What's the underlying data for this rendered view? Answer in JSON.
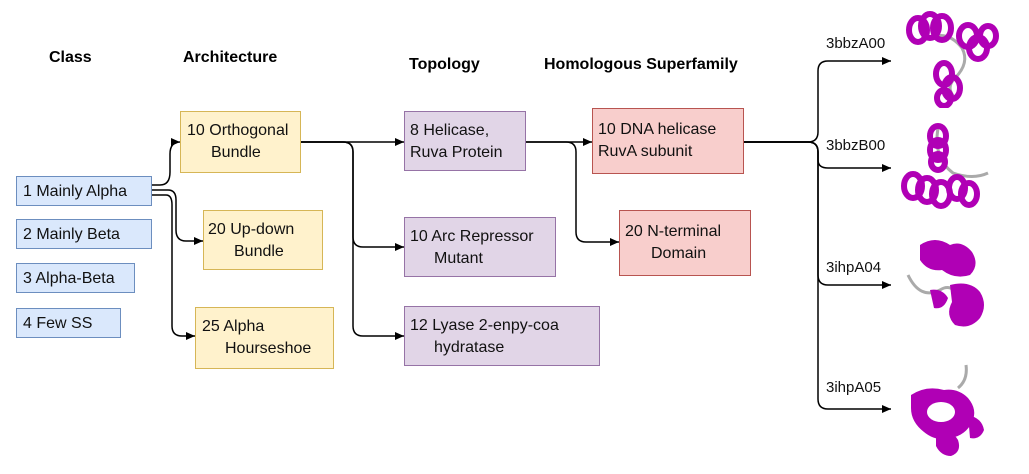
{
  "headers": {
    "class": "Class",
    "architecture": "Architecture",
    "topology": "Topology",
    "superfamily": "Homologous Superfamily"
  },
  "class_nodes": [
    {
      "label": "1 Mainly Alpha"
    },
    {
      "label": "2 Mainly Beta"
    },
    {
      "label": "3 Alpha-Beta"
    },
    {
      "label": "4 Few SS"
    }
  ],
  "architecture_nodes": [
    {
      "line1": "10 Orthogonal",
      "line2": "Bundle"
    },
    {
      "line1": "20 Up-down",
      "line2": "Bundle"
    },
    {
      "line1": "25 Alpha",
      "line2": "Hourseshoe"
    }
  ],
  "topology_nodes": [
    {
      "line1": "8 Helicase,",
      "line2": "Ruva Protein"
    },
    {
      "line1": "10 Arc Repressor",
      "line2": "Mutant"
    },
    {
      "line1": "12 Lyase 2-enpy-coa",
      "line2": "hydratase"
    }
  ],
  "superfamily_nodes": [
    {
      "line1": "10 DNA helicase",
      "line2": "RuvA subunit"
    },
    {
      "line1": "20 N-terminal",
      "line2": "Domain"
    }
  ],
  "domains": [
    {
      "label": "3bbzA00",
      "icon": "protein-structure-icon"
    },
    {
      "label": "3bbzB00",
      "icon": "protein-structure-icon"
    },
    {
      "label": "3ihpA04",
      "icon": "protein-structure-icon"
    },
    {
      "label": "3ihpA05",
      "icon": "protein-structure-icon"
    }
  ],
  "colors": {
    "class": "#dae8fc",
    "architecture": "#fff2cc",
    "topology": "#e1d5e7",
    "superfamily": "#f8cecc",
    "protein": "#b000b5"
  }
}
